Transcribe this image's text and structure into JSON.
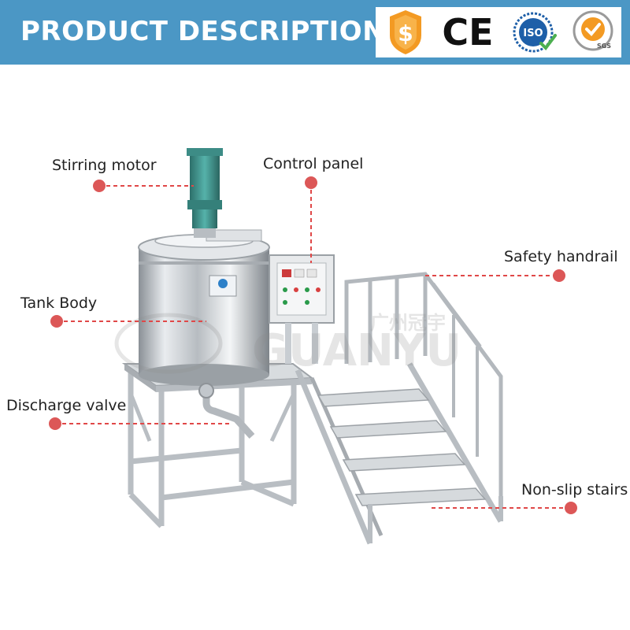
{
  "header": {
    "title": "PRODUCT DESCRIPTION",
    "certifications": [
      {
        "name": "Alibaba supplier",
        "icon": "dollar-shield-icon"
      },
      {
        "name": "CE",
        "text": "CE",
        "icon": "ce-mark-icon"
      },
      {
        "name": "ISO",
        "text": "ISO",
        "icon": "iso-badge-icon"
      },
      {
        "name": "SGS",
        "text": "SGS",
        "icon": "sgs-badge-icon"
      }
    ]
  },
  "watermark": {
    "brand": "GUANYU",
    "chinese": "广州冠宇"
  },
  "callouts": [
    {
      "id": "stirring-motor",
      "label": "Stirring motor"
    },
    {
      "id": "control-panel",
      "label": "Control panel"
    },
    {
      "id": "safety-handrail",
      "label": "Safety handrail"
    },
    {
      "id": "tank-body",
      "label": "Tank Body"
    },
    {
      "id": "discharge-valve",
      "label": "Discharge valve"
    },
    {
      "id": "non-slip-stairs",
      "label": "Non-slip stairs"
    }
  ],
  "colors": {
    "banner": "#4b97c5",
    "dot": "#dc5757",
    "leader": "#e04848",
    "steel": "#c9ced3",
    "motor": "#3f9a93"
  }
}
